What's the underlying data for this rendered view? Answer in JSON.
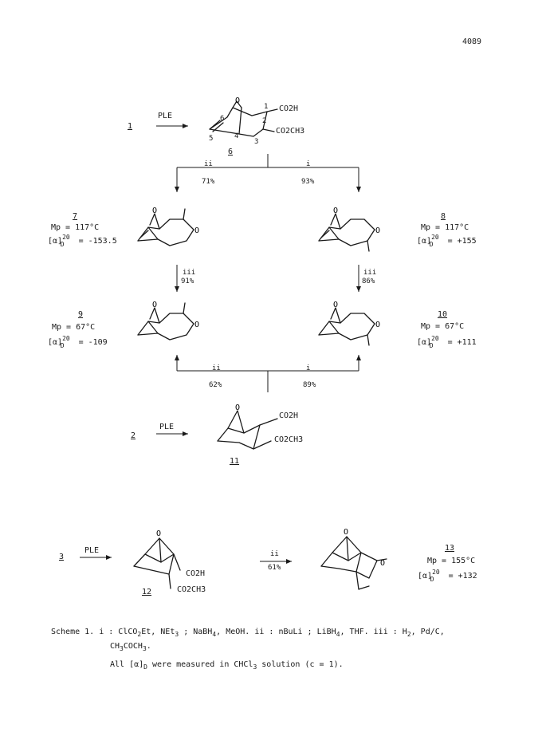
{
  "page_number": "4089",
  "scheme": {
    "compound_1": "1",
    "compound_2": "2",
    "compound_3": "3",
    "ple": "PLE",
    "c6": {
      "label": "6",
      "sub1": "CO2H",
      "sub2": "CO2CH3",
      "n1": "1",
      "n2": "2",
      "n3": "3",
      "n4": "4",
      "n5": "5",
      "n6": "6"
    },
    "branch_top": {
      "left_reagent": "ii",
      "left_yield": "71%",
      "right_reagent": "i",
      "right_yield": "93%"
    },
    "c7": {
      "label": "7",
      "mp": "Mp  =  117°C",
      "rot_value": "=  -153.5"
    },
    "c8": {
      "label": "8",
      "mp": "Mp  =  117°C",
      "rot_value": "=  +155"
    },
    "step_left": {
      "reagent": "iii",
      "yield": "91%"
    },
    "step_right": {
      "reagent": "iii",
      "yield": "86%"
    },
    "c9": {
      "label": "9",
      "mp": "Mp  =  67°C",
      "rot_value": "=  -109"
    },
    "c10": {
      "label": "10",
      "mp": "Mp  =  67°C",
      "rot_value": "=  +111"
    },
    "branch_bottom": {
      "left_reagent": "ii",
      "left_yield": "62%",
      "right_reagent": "i",
      "right_yield": "89%"
    },
    "c11": {
      "label": "11",
      "sub1": "CO2H",
      "sub2": "CO2CH3"
    },
    "c12": {
      "label": "12",
      "sub1": "CO2H",
      "sub2": "CO2CH3"
    },
    "step_12_13": {
      "reagent": "ii",
      "yield": "61%"
    },
    "c13": {
      "label": "13",
      "mp": "Mp  =  155°C",
      "rot_value": "=  +132"
    },
    "rotation_symbol": "[α]",
    "rotation_super": "20",
    "rotation_sub": "D"
  },
  "caption": {
    "line1_a": "Scheme 1.   i : ClCO",
    "line1_b": "Et,  NEt",
    "line1_c": " ;  NaBH",
    "line1_d": ",  MeOH.   ii : nBuLi ;  LiBH",
    "line1_e": ",  THF.   iii :  H",
    "line1_f": ",  Pd/C,",
    "line2_a": "CH",
    "line2_b": "COCH",
    "line2_c": ".",
    "line3_a": "All ",
    "line3_b": " were measured in CHCl",
    "line3_c": " solution (c = 1).",
    "sub_2": "2",
    "sub_3": "3",
    "sub_4": "4",
    "sub_D": "D"
  }
}
